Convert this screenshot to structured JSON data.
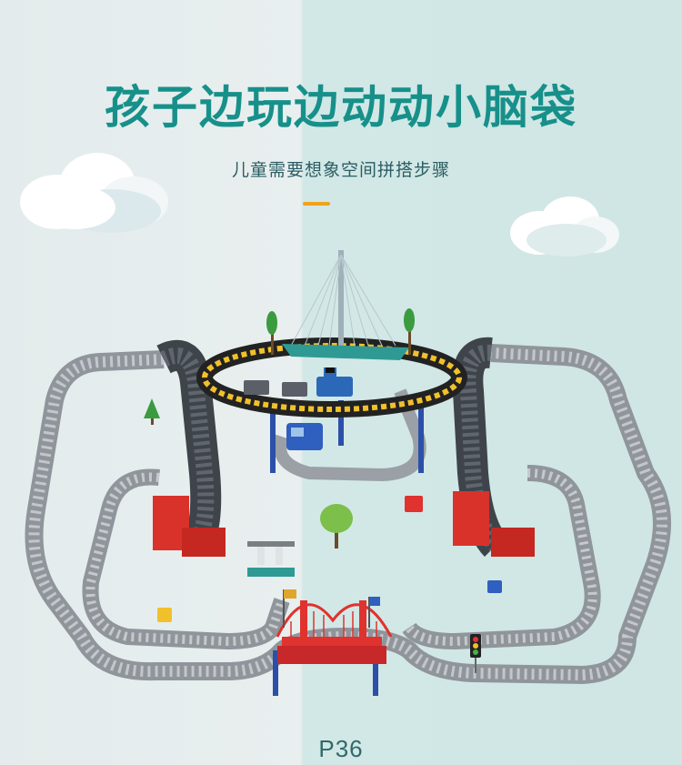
{
  "header": {
    "title": "孩子边玩边动动小脑袋",
    "subtitle": "儿童需要想象空间拼搭步骤"
  },
  "product": {
    "code": "P36"
  },
  "colors": {
    "title": "#17908a",
    "accent": "#f0a31a",
    "track": "#9ca2a8",
    "pillar": "#d8322b",
    "bridge": "#e0322e"
  }
}
